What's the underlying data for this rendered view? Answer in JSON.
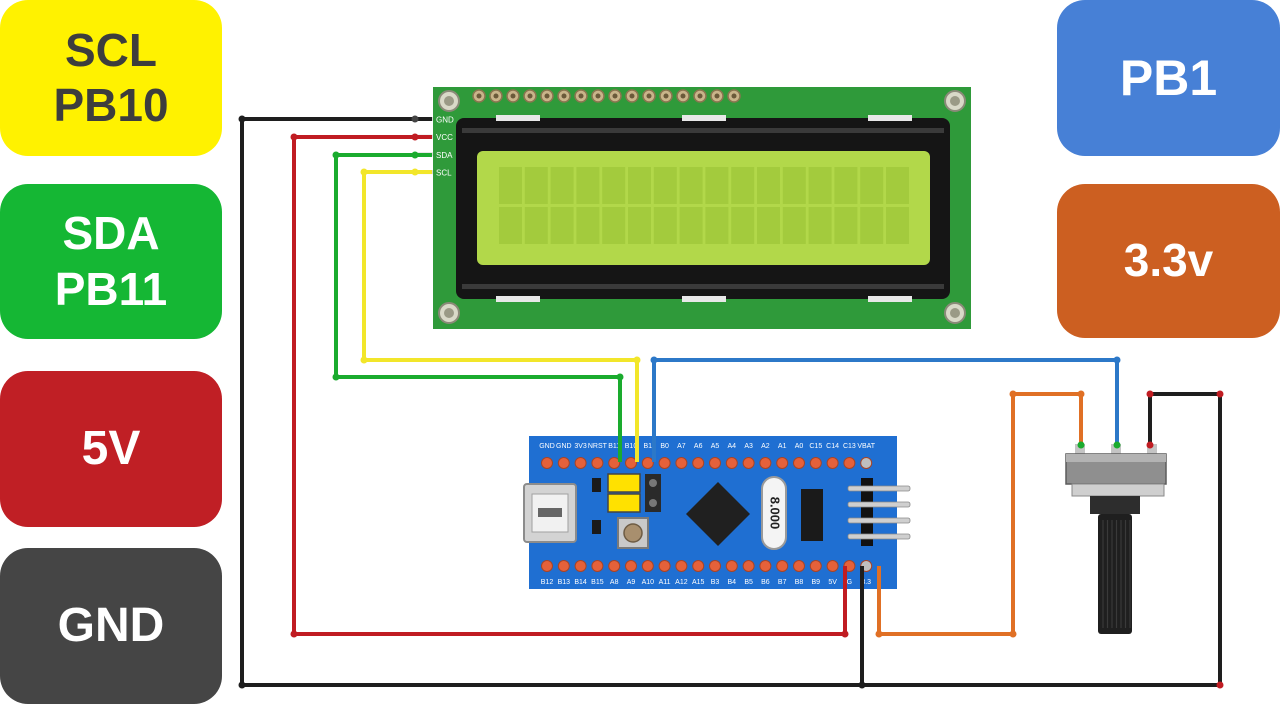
{
  "labels": {
    "scl": [
      "SCL",
      "PB10"
    ],
    "sda": [
      "SDA",
      "PB11"
    ],
    "v5": "5V",
    "gnd": "GND",
    "pb1": "PB1",
    "v33": "3.3v"
  },
  "lcd": {
    "pins": [
      "GND",
      "VCC",
      "SDA",
      "SCL"
    ]
  },
  "board": {
    "top_pins": [
      "GND",
      "GND",
      "3V3",
      "NRST",
      "B11",
      "B10",
      "B1",
      "B0",
      "A7",
      "A6",
      "A5",
      "A4",
      "A3",
      "A2",
      "A1",
      "A0",
      "C15",
      "C14",
      "C13",
      "VBAT"
    ],
    "bottom_pins": [
      "B12",
      "B13",
      "B14",
      "B15",
      "A8",
      "A9",
      "A10",
      "A11",
      "A12",
      "A15",
      "B3",
      "B4",
      "B5",
      "B6",
      "B7",
      "B8",
      "B9",
      "5V",
      "G",
      "3.3"
    ],
    "crystal_text": "8.000"
  },
  "colors": {
    "wire_black": "#1e1e1e",
    "wire_red": "#c01c22",
    "wire_green": "#1aab2e",
    "wire_yellow": "#f2e62a",
    "wire_blue": "#2c78c8",
    "wire_orange": "#e07025",
    "lcd_pcb": "#2f9a3a",
    "lcd_screen": "#b2d84a",
    "board_blue": "#1f6fd2"
  }
}
